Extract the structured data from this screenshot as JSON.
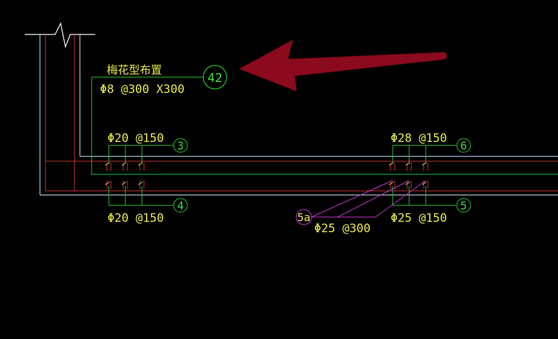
{
  "colors": {
    "background": "#000000",
    "outline": "#a9c4d6",
    "rebar_red": "#c8323a",
    "leader_green": "#28c828",
    "label_yellow": "#e6e64a",
    "leader_magenta": "#c832c8",
    "arrow": "#8c0a1e"
  },
  "annotations": {
    "layout_label": "梅花型布置",
    "tie_spec": "Φ8 @300 X300",
    "tie_ref": "42",
    "top_left_spec": "Φ20 @150",
    "top_left_ref": "3",
    "bottom_left_spec": "Φ20 @150",
    "bottom_left_ref": "4",
    "top_right_spec": "Φ28 @150",
    "top_right_ref": "6",
    "bottom_right_spec": "Φ25 @150",
    "bottom_right_ref": "5",
    "additional_ref": "5a",
    "additional_spec": "Φ25 @300"
  }
}
